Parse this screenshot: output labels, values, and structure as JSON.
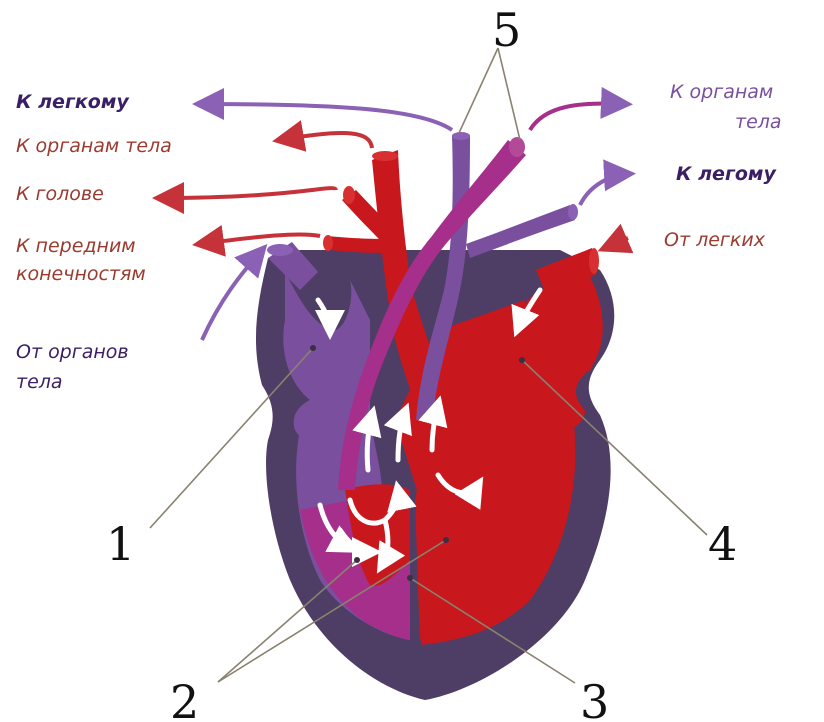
{
  "labels": {
    "to_lung_left": "К легкому",
    "to_body_organs_left": "К органам тела",
    "to_head": "К голове",
    "to_forelimbs_line1": "К передним",
    "to_forelimbs_line2": "конечностям",
    "from_body_organs_line1": "От органов",
    "from_body_organs_line2": "тела",
    "to_body_organs_right_line1": "К органам",
    "to_body_organs_right_line2": "тела",
    "to_lung_right": "К легому",
    "from_lungs": "От легких"
  },
  "numbers": {
    "n1": "1",
    "n2": "2",
    "n3": "3",
    "n4": "4",
    "n5": "5"
  },
  "colors": {
    "venous_purple": "#7a4f9e",
    "deoxy_label": "#3a1f66",
    "arterial_red": "#c8181e",
    "label_red": "#9b3b2f",
    "heart_wall": "#4e3d64",
    "mixed_magenta": "#a52f8a",
    "arrow_red": "#c5323a",
    "arrow_purple": "#8a61b4"
  }
}
